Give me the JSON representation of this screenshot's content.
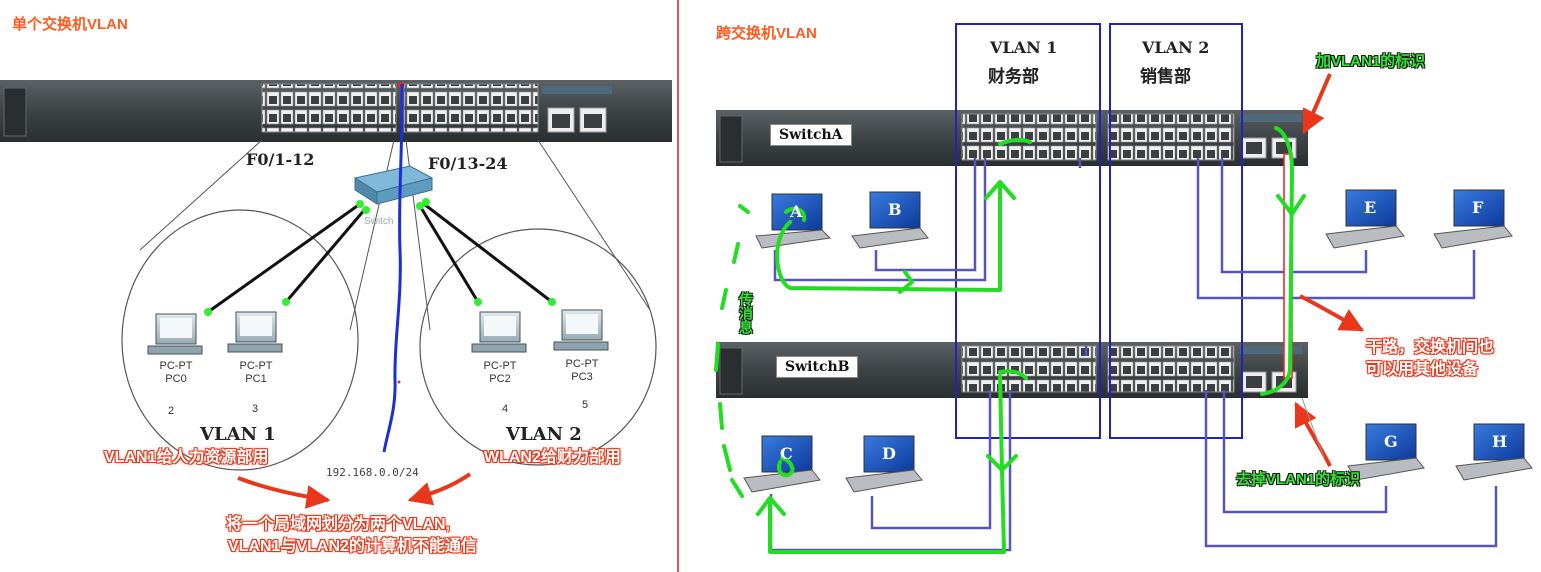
{
  "left_panel": {
    "title": "单个交换机VLAN",
    "port_group_left": "F0/1-12",
    "port_group_right": "F0/13-24",
    "center_switch_label": "Switch",
    "pcs": [
      {
        "type": "PC-PT",
        "name": "PC0",
        "number": "2"
      },
      {
        "type": "PC-PT",
        "name": "PC1",
        "number": "3"
      },
      {
        "type": "PC-PT",
        "name": "PC2",
        "number": "4"
      },
      {
        "type": "PC-PT",
        "name": "PC3",
        "number": "5"
      }
    ],
    "vlan1_label": "VLAN 1",
    "vlan2_label": "VLAN 2",
    "subnet": "192.168.0.0/24",
    "note_vlan1": "VLAN1给人力资源部用",
    "note_vlan2": "WLAN2给财力部用",
    "note_bottom_line1": "将一个局域网划分为两个VLAN,",
    "note_bottom_line2": "VLAN1与VLAN2的计算机不能通信"
  },
  "right_panel": {
    "title": "跨交换机VLAN",
    "vlan1_box_line1": "VLAN 1",
    "vlan1_box_line2": "财务部",
    "vlan2_box_line1": "VLAN 2",
    "vlan2_box_line2": "销售部",
    "switch_a_label": "SwitchA",
    "switch_b_label": "SwitchB",
    "laptops": [
      "A",
      "B",
      "C",
      "D",
      "E",
      "F",
      "G",
      "H"
    ],
    "note_add_tag": "加VLAN1的标识",
    "note_trunk_line1": "干路，交换机间也",
    "note_trunk_line2": "可以用其他设备",
    "note_remove_tag": "去掉VLAN1的标识",
    "note_transfer": "传消息"
  },
  "colors": {
    "annotation_red": "#e8371a",
    "annotation_green": "#22dd22",
    "vlan_box_blue": "#2222bb",
    "cable_purple": "#5555bb",
    "divider_red": "#e05555"
  }
}
